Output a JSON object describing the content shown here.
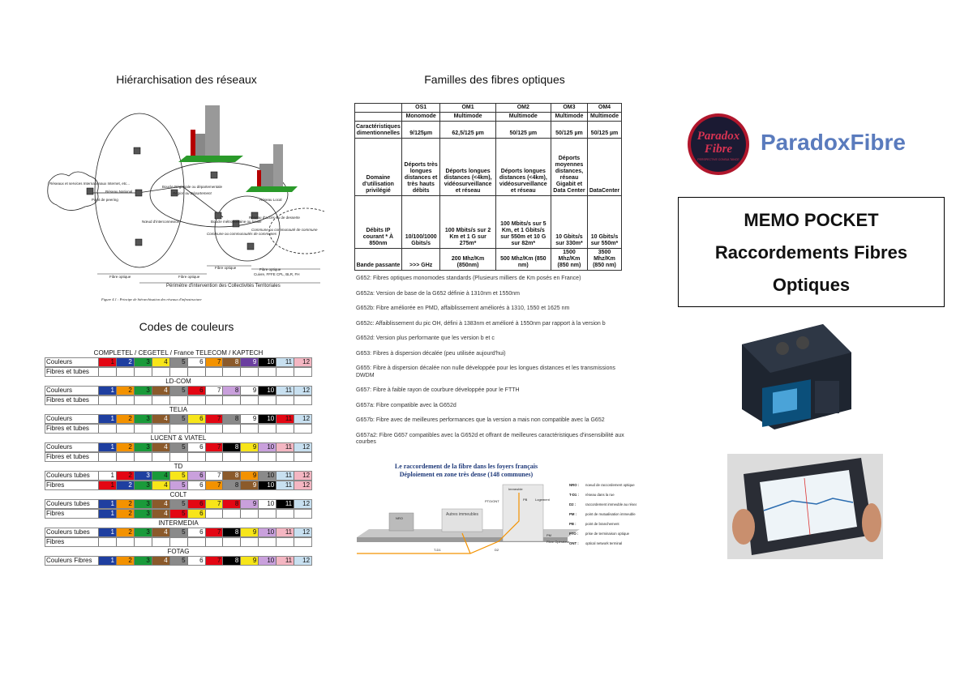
{
  "titles": {
    "hierarchy": "Hiérarchisation des réseaux",
    "families": "Familles des fibres optiques",
    "codes": "Codes de couleurs"
  },
  "diagram": {
    "reseaux": "Réseaux et services Internationaux Internet, etc...",
    "point_peering": "Point de peering",
    "reseau_national": "Réseau National",
    "boucle_regionale": "Boucle Régionale ou départementale",
    "region": "Région ou Département",
    "reseau_local": "Réseau Local",
    "noeud": "Nœud d'interconnexion",
    "boucle_metro": "Boucle métropolitaine ou locale",
    "communes": "Commune ou communautés de communes",
    "reseau_acces": "Réseau d'accès ou de desserte",
    "commune": "Commune ou communauté de commune",
    "fibre_optique1": "Fibre optique",
    "fibre_optique2": "Fibre optique",
    "fibre_optique3": "Fibre optique",
    "fibre_optique4": "Fibre optique",
    "fibre_types": "Cuivre, FFFE CPL, BLR, FH",
    "perimetre": "Périmètre d'intervention des Collectivités Territoriales",
    "caption": "Figure 4.1 : Principe de hiérarchisation des réseaux d'infrastructure"
  },
  "families_table": {
    "header1": [
      "",
      "OS1",
      "OM1",
      "OM2",
      "OM3",
      "OM4"
    ],
    "header2": [
      "",
      "Monomode",
      "Multimode",
      "Multimode",
      "Multimode",
      "Multimode"
    ],
    "rows": [
      [
        "Caractéristiques dimentionnelles",
        "9/125µm",
        "62,5/125 µm",
        "50/125 µm",
        "50/125 µm",
        "50/125 µm"
      ],
      [
        "Domaine d'utilisation privilégié",
        "Déports très longues distances et très hauts débits",
        "Déports longues distances (<4km), vidéosurveillance et réseau",
        "Déports longues distances (<4km), vidéosurveillance et réseau",
        "Déports moyennes distances, réseau Gigabit et Data Center",
        "DataCenter"
      ],
      [
        "Débits IP courant * À 850nm",
        "10/100/1000 Gbits/s",
        "100 Mbits/s sur 2 Km et 1 G sur 275m*",
        "100 Mbits/s sur 5 Km, et 1 Gbits/s sur 550m et 10 G sur 82m*",
        "10 Gbits/s sur 330m*",
        "10 Gbits/s sur 550m*"
      ],
      [
        "Bande passante",
        ">>> GHz",
        "200 Mhz/Km (850nm)",
        "500 Mhz/Km (850 nm)",
        "1500 Mhz/Km (850 nm)",
        "3500 Mhz/Km (850 nm)"
      ]
    ]
  },
  "notes": [
    "G652: Fibres optiques monomodes standards (Plusieurs milliers de Km posés en France)",
    "G652a: Version de base de la G652 définie à 1310nm et 1550nm",
    "G652b: Fibre améliorée en PMD, affaiblissement améliorés à 1310, 1550 et 1625 nm",
    "G652c: Affaiblissement du pic OH, défini à 1383nm et amélioré à 1550nm par rapport à la version b",
    "G652d: Version plus performante que les version b et c",
    "G653: Fibres à dispersion décalée (peu utilisée aujourd'hui)",
    "G655: Fibre à dispersion décalée non nulle développée pour les longues distances et les transmissions DWDM",
    "G657: Fibre à faible rayon de courbure développée pour le FTTH",
    "G657a: Fibre compatible avec la G652d",
    "G657b: Fibre avec de meilleures performances que la version a mais non compatible avec la G652",
    "G657a2: Fibre G657 compatibles avec la G652d et offrant de meilleures caractéristiques d'insensibilité aux courbes"
  ],
  "color_codes": [
    {
      "group": "COMPLETEL / CEGETEL / France TELECOM / KAPTECH",
      "rows": [
        {
          "label": "Couleurs",
          "colors": [
            "#e30613",
            "#1f3fa0",
            "#1a9a3a",
            "#f7e51a",
            "#8a8a8a",
            "#ffffff",
            "#f39200",
            "#8b5a2b",
            "#6b3fa0",
            "#000000",
            "#c8e0f0",
            "#f4b6c2"
          ],
          "nums": [
            "1",
            "2",
            "3",
            "4",
            "5",
            "6",
            "7",
            "8",
            "9",
            "10",
            "11",
            "12"
          ]
        },
        {
          "label": "Fibres et tubes",
          "colors": [],
          "nums": []
        }
      ]
    },
    {
      "group": "LD-COM",
      "rows": [
        {
          "label": "Couleurs",
          "colors": [
            "#1f3fa0",
            "#f39200",
            "#1a9a3a",
            "#8b5a2b",
            "#8a8a8a",
            "#e30613",
            "#ffffff",
            "#c9a0dc",
            "#ffffff",
            "#000000",
            "#c8e0f0",
            "#c8e0f0"
          ],
          "nums": [
            "1",
            "2",
            "3",
            "4",
            "5",
            "6",
            "7",
            "8",
            "9",
            "10",
            "11",
            "12"
          ]
        },
        {
          "label": "Fibres et tubes",
          "colors": [],
          "nums": []
        }
      ]
    },
    {
      "group": "TELIA",
      "rows": [
        {
          "label": "Couleurs",
          "colors": [
            "#1f3fa0",
            "#f39200",
            "#1a9a3a",
            "#8b5a2b",
            "#8a8a8a",
            "#f7e51a",
            "#e30613",
            "#8a8a8a",
            "#ffffff",
            "#000000",
            "#e30613",
            "#c8e0f0"
          ],
          "nums": [
            "1",
            "2",
            "3",
            "4",
            "5",
            "6",
            "7",
            "8",
            "9",
            "10",
            "11",
            "12"
          ]
        },
        {
          "label": "Fibres et tubes",
          "colors": [],
          "nums": []
        }
      ]
    },
    {
      "group": "LUCENT & VIATEL",
      "rows": [
        {
          "label": "Couleurs",
          "colors": [
            "#1f3fa0",
            "#f39200",
            "#1a9a3a",
            "#8b5a2b",
            "#8a8a8a",
            "#ffffff",
            "#e30613",
            "#000000",
            "#f7e51a",
            "#c9a0dc",
            "#f4b6c2",
            "#c8e0f0"
          ],
          "nums": [
            "1",
            "2",
            "3",
            "4",
            "5",
            "6",
            "7",
            "8",
            "9",
            "10",
            "11",
            "12"
          ]
        },
        {
          "label": "Fibres et tubes",
          "colors": [],
          "nums": []
        }
      ]
    },
    {
      "group": "TD",
      "rows": [
        {
          "label": "Couleurs tubes",
          "colors": [
            "#ffffff",
            "#e30613",
            "#1f3fa0",
            "#1a9a3a",
            "#f7e51a",
            "#c9a0dc",
            "#ffffff",
            "#8b5a2b",
            "#f39200",
            "#8a8a8a",
            "#c8e0f0",
            "#f4b6c2"
          ],
          "nums": [
            "1",
            "2",
            "3",
            "4",
            "5",
            "6",
            "7",
            "8",
            "9",
            "10",
            "11",
            "12"
          ]
        },
        {
          "label": "Fibres",
          "colors": [
            "#e30613",
            "#1f3fa0",
            "#1a9a3a",
            "#f7e51a",
            "#c9a0dc",
            "#ffffff",
            "#f39200",
            "#8a8a8a",
            "#8b5a2b",
            "#000000",
            "#c8e0f0",
            "#f4b6c2"
          ],
          "nums": [
            "1",
            "2",
            "3",
            "4",
            "5",
            "6",
            "7",
            "8",
            "9",
            "10",
            "11",
            "12"
          ]
        }
      ]
    },
    {
      "group": "COLT",
      "rows": [
        {
          "label": "Couleurs tubes",
          "colors": [
            "#1f3fa0",
            "#f39200",
            "#1a9a3a",
            "#8b5a2b",
            "#8a8a8a",
            "#e30613",
            "#f7e51a",
            "#e30613",
            "#c9a0dc",
            "#ffffff",
            "#000000",
            "#c8e0f0"
          ],
          "nums": [
            "1",
            "2",
            "3",
            "4",
            "5",
            "6",
            "7",
            "8",
            "9",
            "10",
            "11",
            "12"
          ]
        },
        {
          "label": "Fibres",
          "colors": [
            "#1f3fa0",
            "#f39200",
            "#1a9a3a",
            "#8b5a2b",
            "#e30613",
            "#f7e51a"
          ],
          "nums": [
            "1",
            "2",
            "3",
            "4",
            "5",
            "6"
          ]
        }
      ]
    },
    {
      "group": "INTERMEDIA",
      "rows": [
        {
          "label": "Couleurs tubes",
          "colors": [
            "#1f3fa0",
            "#f39200",
            "#1a9a3a",
            "#8b5a2b",
            "#8a8a8a",
            "#ffffff",
            "#e30613",
            "#000000",
            "#f7e51a",
            "#c9a0dc",
            "#f4b6c2",
            "#c8e0f0"
          ],
          "nums": [
            "1",
            "2",
            "3",
            "4",
            "5",
            "6",
            "7",
            "8",
            "9",
            "10",
            "11",
            "12"
          ]
        },
        {
          "label": "Fibres",
          "colors": [],
          "nums": []
        }
      ]
    },
    {
      "group": "FOTAG",
      "rows": [
        {
          "label": "Couleurs Fibres",
          "colors": [
            "#1f3fa0",
            "#f39200",
            "#1a9a3a",
            "#8b5a2b",
            "#8a8a8a",
            "#ffffff",
            "#e30613",
            "#000000",
            "#f7e51a",
            "#c9a0dc",
            "#f4b6c2",
            "#c8e0f0"
          ],
          "nums": [
            "1",
            "2",
            "3",
            "4",
            "5",
            "6",
            "7",
            "8",
            "9",
            "10",
            "11",
            "12"
          ]
        }
      ]
    }
  ],
  "logo": {
    "mark_line1": "Paradox",
    "mark_line2": "Fibre",
    "mark_sub": "PERSPECTIVE CONSULTANCE",
    "name": "ParadoxFibre"
  },
  "memo": {
    "line1": "MEMO POCKET",
    "line2": "Raccordements Fibres",
    "line3": "Optiques"
  },
  "ftth": {
    "title1": "Le raccordement de la fibre dans les foyers français",
    "title2": "Déploiement en zone très dense (148 communes)",
    "immeuble": "Immeuble",
    "autres": "Autres immeubles",
    "pto": "PTO/ONT",
    "pb": "PB",
    "logement": "Logement",
    "nro": "NRO",
    "td1": "T-D1",
    "d2": "D2",
    "pm": "PM",
    "fibre_op": "Fibre Opérateur",
    "legend": [
      [
        "NRO :",
        "noeud de raccordement optique"
      ],
      [
        "T-D1 :",
        "réseau dans la rue"
      ],
      [
        "D2 :",
        "raccordement immeuble au réseau dans la rue"
      ],
      [
        "PM :",
        "point de mutualisation immeuble"
      ],
      [
        "PB :",
        "point de branchement"
      ],
      [
        "PTO :",
        "prise de terminaison optique"
      ],
      [
        "ONT :",
        "optical network terminal"
      ]
    ]
  },
  "colors": {
    "orange": "#f39200",
    "navy": "#1f3fa0",
    "logo_red": "#b0162c",
    "logo_blue": "#5a7bbd"
  }
}
